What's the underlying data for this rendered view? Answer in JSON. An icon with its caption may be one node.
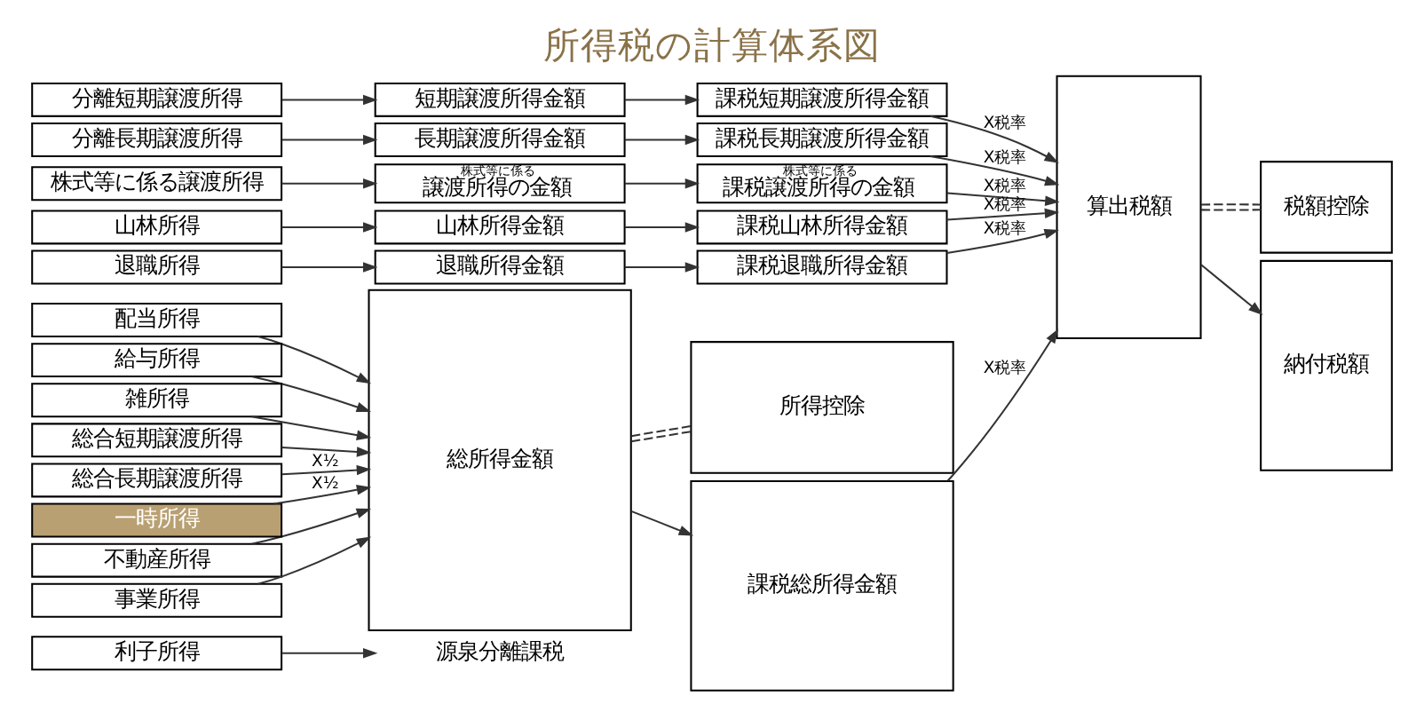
{
  "diagram": {
    "title": "所得税の計算体系図",
    "nodes": [
      {
        "text": [
          "利子所得"
        ]
      },
      {
        "text": [
          "配当所得"
        ]
      },
      {
        "text": [
          "不動産所得"
        ]
      },
      {
        "text": [
          "事業所得"
        ]
      },
      {
        "text": [
          "給与所得"
        ]
      },
      {
        "text": [
          "雑所得"
        ]
      },
      {
        "text": [
          "総合短期譲渡所得"
        ]
      },
      {
        "text": [
          "総合長期譲渡所得"
        ]
      },
      {
        "text": [
          "一時所得"
        ]
      },
      {
        "text": [
          "分離短期譲渡所得"
        ]
      },
      {
        "text": [
          "分離長期譲渡所得"
        ]
      },
      {
        "text": [
          "株式等に係る譲渡所得"
        ]
      },
      {
        "text": [
          "山林所得"
        ]
      },
      {
        "text": [
          "退職所得"
        ]
      },
      {
        "text": [
          "源泉分離課税"
        ]
      },
      {
        "text": [
          "総所得金額"
        ]
      },
      {
        "text": [
          "短期譲渡所得金額"
        ]
      },
      {
        "text": [
          "長期譲渡所得金額"
        ]
      },
      {
        "text": [
          "株式等に係る",
          "譲渡所得の金額"
        ]
      },
      {
        "text": [
          "山林所得金額"
        ]
      },
      {
        "text": [
          "退職所得金額"
        ]
      },
      {
        "text": [
          "所得控除"
        ]
      },
      {
        "text": [
          "課税総所得金額"
        ]
      },
      {
        "text": [
          "課税短期譲渡所得金額"
        ]
      },
      {
        "text": [
          "課税長期譲渡所得金額"
        ]
      },
      {
        "text": [
          "株式等に係る",
          "課税譲渡所得の金額"
        ]
      },
      {
        "text": [
          "課税山林所得金額"
        ]
      },
      {
        "text": [
          "課税退職所得金額"
        ]
      },
      {
        "text": [
          "算出税額"
        ]
      },
      {
        "text": [
          "税額控除"
        ]
      },
      {
        "text": [
          "納付税額"
        ]
      }
    ],
    "edges": [
      {
        "from": 0,
        "to": 14,
        "arrow": "to"
      },
      {
        "from": 1,
        "to": 15,
        "arrow": "to"
      },
      {
        "from": 2,
        "to": 15,
        "arrow": "to"
      },
      {
        "from": 3,
        "to": 15,
        "arrow": "to"
      },
      {
        "from": 4,
        "to": 15,
        "arrow": "to"
      },
      {
        "from": 5,
        "to": 15,
        "arrow": "to"
      },
      {
        "from": 6,
        "to": 15,
        "arrow": "to"
      },
      {
        "from": 7,
        "to": 15,
        "arrow": "to",
        "label": "X½"
      },
      {
        "from": 8,
        "to": 15,
        "arrow": "to",
        "label": "X½"
      },
      {
        "from": 9,
        "to": 16,
        "arrow": "to"
      },
      {
        "from": 10,
        "to": 17,
        "arrow": "to"
      },
      {
        "from": 11,
        "to": 18,
        "arrow": "to"
      },
      {
        "from": 12,
        "to": 19,
        "arrow": "to"
      },
      {
        "from": 13,
        "to": 20,
        "arrow": "to"
      },
      {
        "from": 15,
        "to": 21,
        "arrow": "none",
        "style": "dashed"
      },
      {
        "from": 15,
        "to": 21,
        "arrow": "none",
        "style": "dashed"
      },
      {
        "from": 15,
        "to": 22,
        "arrow": "to"
      },
      {
        "from": 16,
        "to": 23,
        "arrow": "to"
      },
      {
        "from": 17,
        "to": 24,
        "arrow": "to"
      },
      {
        "from": 18,
        "to": 25,
        "arrow": "to"
      },
      {
        "from": 19,
        "to": 26,
        "arrow": "to"
      },
      {
        "from": 20,
        "to": 27,
        "arrow": "to"
      },
      {
        "from": 22,
        "to": 28,
        "arrow": "to",
        "label": "X税率"
      },
      {
        "from": 23,
        "to": 28,
        "arrow": "to",
        "label": "X税率"
      },
      {
        "from": 24,
        "to": 28,
        "arrow": "to",
        "label": "X税率"
      },
      {
        "from": 25,
        "to": 28,
        "arrow": "to",
        "label": "X税率"
      },
      {
        "from": 26,
        "to": 28,
        "arrow": "to",
        "label": "X税率"
      },
      {
        "from": 27,
        "to": 28,
        "arrow": "to",
        "label": "X税率"
      },
      {
        "from": 28,
        "to": 29,
        "arrow": "none",
        "style": "dashed"
      },
      {
        "from": 28,
        "to": 29,
        "arrow": "none",
        "style": "dashed"
      },
      {
        "from": 28,
        "to": 30,
        "arrow": "to"
      }
    ]
  }
}
